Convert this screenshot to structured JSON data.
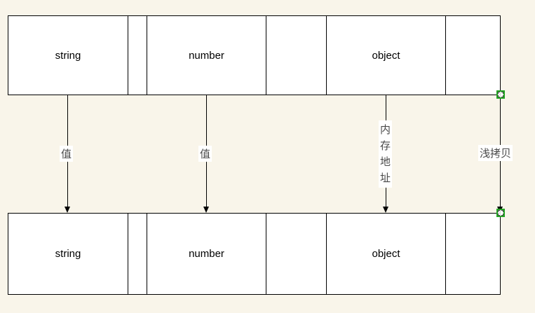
{
  "diagram": {
    "top_row": {
      "cells": [
        "string",
        "",
        "number",
        "",
        "object",
        ""
      ]
    },
    "bottom_row": {
      "cells": [
        "string",
        "",
        "number",
        "",
        "object",
        ""
      ]
    },
    "connectors": {
      "string_value_label": "值",
      "number_value_label": "值",
      "object_memory_label": "内存地址",
      "shallow_copy_label": "浅拷贝"
    },
    "colors": {
      "background": "#f9f5ea",
      "box_fill": "#ffffff",
      "line": "#000000",
      "chinese_label": "#4a4a4a",
      "selection_green": "#25a525"
    }
  }
}
